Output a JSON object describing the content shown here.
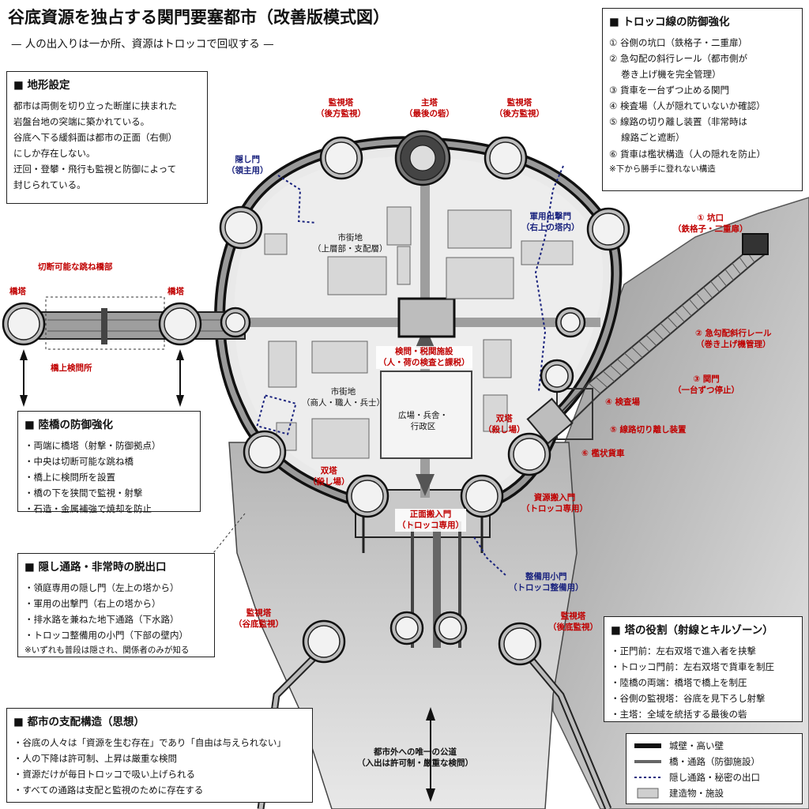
{
  "header": {
    "title": "谷底資源を独占する関門要塞都市（改善版模式図）",
    "subtitle": "— 人の出入りは一か所、資源はトロッコで回収する —"
  },
  "boxes": {
    "terrain": {
      "heading": "地形設定",
      "lines": [
        "都市は両側を切り立った断崖に挟まれた",
        "岩盤台地の突端に築かれている。",
        "谷底へ下る緩斜面は都市の正面（右側）",
        "にしか存在しない。",
        "迂回・登攀・飛行も監視と防御によって",
        "封じられている。"
      ]
    },
    "trolley": {
      "heading": "トロッコ線の防御強化",
      "lines": [
        "① 谷側の坑口（鉄格子・二重扉）",
        "② 急勾配の斜行レール（都市側が",
        "　 巻き上げ機を完全管理）",
        "③ 貨車を一台ずつ止める関門",
        "④ 検査場（人が隠れていないか確認）",
        "⑤ 線路の切り離し装置（非常時は",
        "　 線路ごと遮断）",
        "⑥ 貨車は檻状構造（人の隠れを防止）"
      ],
      "note": "※下から勝手に登れない構造"
    },
    "bridge": {
      "heading": "陸橋の防御強化",
      "lines": [
        "・両端に橋塔（射撃・防御拠点）",
        "・中央は切断可能な跳ね橋",
        "・橋上に検問所を設置",
        "・橋の下を狭間で監視・射撃",
        "・石造・金属補強で焼却を防止"
      ]
    },
    "hidden": {
      "heading": "隠し通路・非常時の脱出口",
      "lines": [
        "・領庭専用の隠し門（左上の塔から）",
        "・軍用の出撃門（右上の塔から）",
        "・排水路を兼ねた地下通路（下水路）",
        "・トロッコ整備用の小門（下部の壁内）"
      ],
      "note": "※いずれも普段は隠され、関係者のみが知る"
    },
    "towers": {
      "heading": "塔の役割（射線とキルゾーン）",
      "lines": [
        "・正門前：左右双塔で進入者を挟撃",
        "・トロッコ門前：左右双塔で貨車を制圧",
        "・陸橋の両端：橋塔で橋上を制圧",
        "・谷側の監視塔：谷底を見下ろし射撃",
        "・主塔：全域を統括する最後の砦"
      ]
    },
    "rule": {
      "heading": "都市の支配構造（思想）",
      "lines": [
        "・谷底の人々は「資源を生む存在」であり「自由は与えられない」",
        "・人の下降は許可制、上昇は厳重な検問",
        "・資源だけが毎日トロッコで吸い上げられる",
        "・すべての通路は支配と監視のために存在する"
      ]
    }
  },
  "legend": [
    {
      "label": "城壁・高い壁",
      "style": "wall",
      "color": "#111111"
    },
    {
      "label": "橋・通路（防御施設）",
      "style": "path",
      "color": "#666666"
    },
    {
      "label": "隠し通路・秘密の出口",
      "style": "dotted",
      "color": "#1a237e"
    },
    {
      "label": "建造物・施設",
      "style": "building",
      "color": "#cfcfcf"
    }
  ],
  "labels": {
    "watch_rear_left": "監視塔\n（後方監視）",
    "main_tower": "主塔\n（最後の砦）",
    "watch_rear_right": "監視塔\n（後方監視）",
    "hidden_gate": "隠し門\n（領主用）",
    "sortie_gate": "軍用出撃門\n（右上の塔内）",
    "city_upper": "市街地\n（上層部・支配層）",
    "drawbridge": "切断可能な跳ね橋部",
    "bridge_tower_left": "橋塔",
    "bridge_tower_right": "橋塔",
    "bridge_checkpoint": "橋上検問所",
    "customs": "検問・税関施設\n（人・荷の検査と課税）",
    "city_lower": "市街地\n（商人・職人・兵士）",
    "plaza": "広場・兵舎・\n行政区",
    "twin_right": "双塔\n（殺し場）",
    "twin_left": "双塔\n（殺し場）",
    "resource_gate": "資源搬入門\n（トロッコ専用）",
    "main_gate": "正面搬入門\n（トロッコ専用）",
    "maint_gate": "整備用小門\n（トロッコ整備用）",
    "valley_watch_left": "監視塔\n（谷底監視）",
    "valley_watch_right": "監視塔\n（後底監視）",
    "only_road": "都市外への唯一の公道\n（入出は許可制・厳重な検問）",
    "t1": "① 坑口\n（鉄格子・二重扉）",
    "t2": "② 急勾配斜行レール\n（巻き上げ機管理）",
    "t3": "③ 関門\n（一台ずつ停止）",
    "t4": "④ 検査場",
    "t5": "⑤ 線路切り離し装置",
    "t6": "⑥ 檻状貨車"
  }
}
